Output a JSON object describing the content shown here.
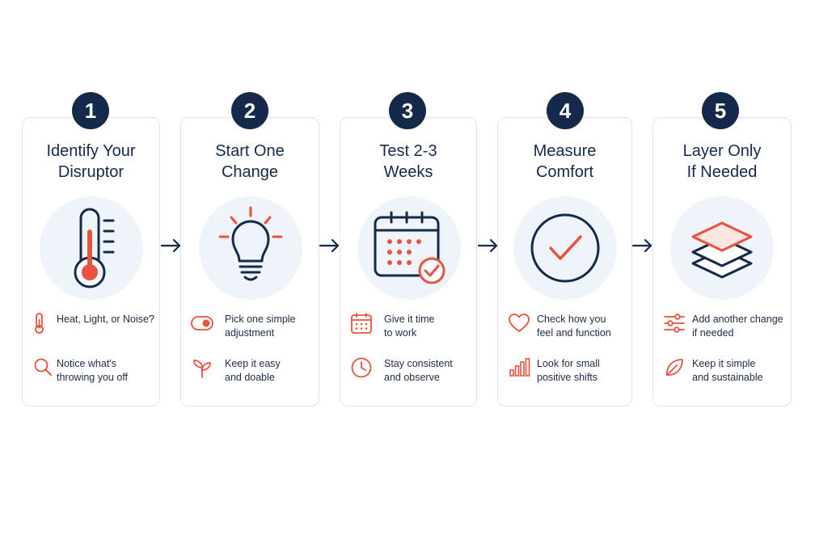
{
  "colors": {
    "navy": "#15294a",
    "accent": "#e8523e",
    "card_border": "#dfe4ea",
    "hero_bg": "#eef4f9"
  },
  "steps": [
    {
      "number": "1",
      "title_line1": "Identify Your",
      "title_line2": "Disruptor",
      "hero_icon": "thermometer-icon",
      "items": [
        {
          "icon": "thermometer-small-icon",
          "line1": "Heat, Light, or Noise?",
          "line2": ""
        },
        {
          "icon": "magnifier-icon",
          "line1": "Notice what's",
          "line2": "throwing you off"
        }
      ]
    },
    {
      "number": "2",
      "title_line1": "Start One",
      "title_line2": "Change",
      "hero_icon": "lightbulb-icon",
      "items": [
        {
          "icon": "toggle-icon",
          "line1": "Pick one simple",
          "line2": "adjustment"
        },
        {
          "icon": "sprout-icon",
          "line1": "Keep it easy",
          "line2": "and doable"
        }
      ]
    },
    {
      "number": "3",
      "title_line1": "Test 2-3",
      "title_line2": "Weeks",
      "hero_icon": "calendar-check-icon",
      "items": [
        {
          "icon": "calendar-icon",
          "line1": "Give it time",
          "line2": "to work"
        },
        {
          "icon": "clock-icon",
          "line1": "Stay consistent",
          "line2": "and observe"
        }
      ]
    },
    {
      "number": "4",
      "title_line1": "Measure",
      "title_line2": "Comfort",
      "hero_icon": "check-circle-icon",
      "items": [
        {
          "icon": "heart-icon",
          "line1": "Check how you",
          "line2": "feel and function"
        },
        {
          "icon": "bar-chart-icon",
          "line1": "Look for small",
          "line2": "positive shifts"
        }
      ]
    },
    {
      "number": "5",
      "title_line1": "Layer Only",
      "title_line2": "If Needed",
      "hero_icon": "layers-icon",
      "items": [
        {
          "icon": "sliders-icon",
          "line1": "Add another change",
          "line2": "if needed"
        },
        {
          "icon": "leaf-icon",
          "line1": "Keep it simple",
          "line2": "and sustainable"
        }
      ]
    }
  ]
}
